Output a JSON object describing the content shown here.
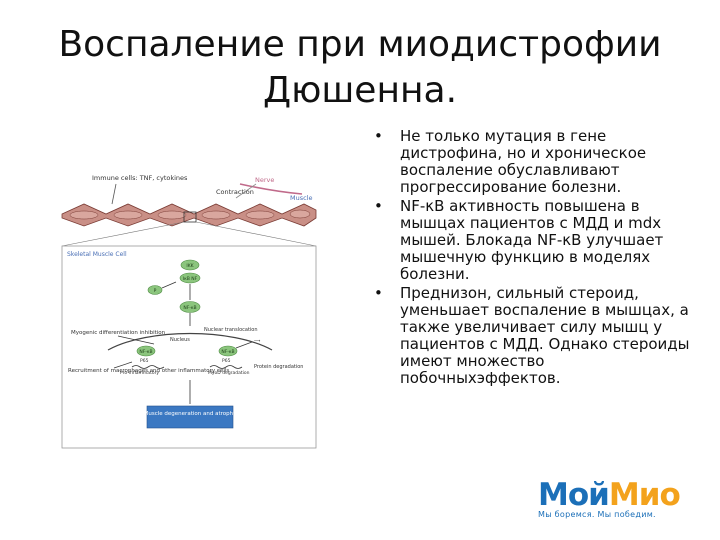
{
  "slide": {
    "title_lines": [
      "Воспаление при миодистрофии",
      "Дюшенна."
    ]
  },
  "bullets": [
    "Не только мутация в гене дистрофина, но и хроническое воспаление обуславливают прогрессирование болезни.",
    "NF-κB активность повышена в мышцах пациентов с МДД и mdx мышей. Блокада NF-κB улучшает мышечную функцию в моделях болезни.",
    "Преднизон, сильный стероид, уменьшает воспаление в мышцах, а также увеличивает силу мышц у пациентов с МДД. Однако стероиды имеют множество побочныхэффектов."
  ],
  "figure": {
    "labels": {
      "immune_cells": "Immune cells: TNF, cytokines",
      "contraction": "Contraction",
      "nerve": "Nerve",
      "muscle": "Muscle",
      "skeletal_muscle_cell": "Skeletal Muscle Cell",
      "ikk": "IKK",
      "ib_nf": "IκB NF",
      "p": "P",
      "nf_kb": "NF-κB",
      "nuclear_translocation": "Nuclear translocation",
      "nucleus": "Nucleus",
      "myogenic_differentiation": "Myogenic differentiation inhibition",
      "recruitment": "Recruitment of macrophages and other inflammatory cells",
      "nf_kb_left": "NF-κB",
      "p65_left": "P65",
      "nf_kb_right": "NF-κB",
      "p65_right": "P65",
      "proinflammatory": "Pro-inflammatory",
      "myod_degradation": "MyoD degradation",
      "protein_degradation": "Protein degradation",
      "muscle_fiber": "Muscle degeneration and atrophy"
    }
  },
  "logo": {
    "part1": "Мой",
    "part2": "Мио",
    "tagline": "Мы боремся. Мы победим."
  },
  "colors": {
    "muscle_fill": "#c98f86",
    "muscle_stroke": "#7a3b34",
    "node_green": "#8bc57d",
    "box_blue": "#3b78c2",
    "logo_blue": "#1b6fb8",
    "logo_orange": "#f3a21c"
  }
}
